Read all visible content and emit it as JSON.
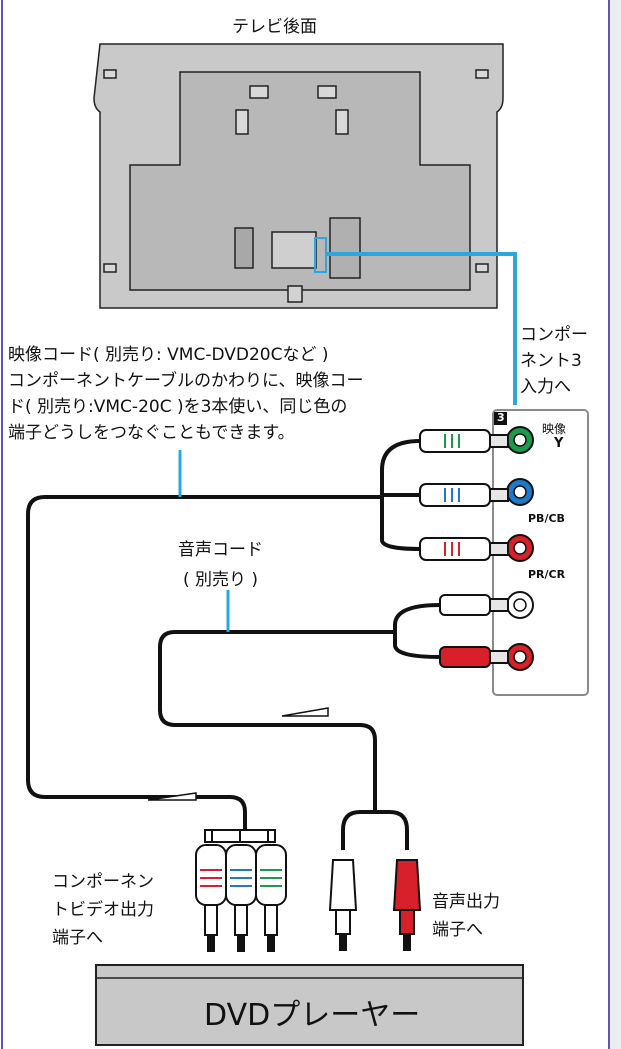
{
  "tv": {
    "title": "テレビ後面"
  },
  "component_in": {
    "lines": [
      "コンポー",
      "ネント3",
      "入力へ"
    ],
    "number": "3",
    "video": "映像",
    "y": "Y",
    "pb": "PB/CB",
    "pr": "PR/CR"
  },
  "note": {
    "lines": [
      "映像コード( 別売り: VMC-DVD20Cなど )",
      "コンポーネントケーブルのかわりに、映像コー",
      "ド( 別売り:VMC-20C )を3本使い、同じ色の",
      "端子どうしをつなぐこともできます。"
    ]
  },
  "audio_cord": {
    "lines": [
      "音声コード",
      "( 別売り )"
    ]
  },
  "component_out": {
    "lines": [
      "コンポーネン",
      "トビデオ出力",
      "端子へ"
    ]
  },
  "audio_out": {
    "lines": [
      "音声出力",
      "端子へ"
    ]
  },
  "dvd": {
    "label": "DVDプレーヤー"
  },
  "colors": {
    "green": "#1a9a4a",
    "blue": "#1f78c8",
    "red": "#d8202a",
    "cable": "#111111",
    "leader": "#29a8e0",
    "border": "#5a5aa8"
  }
}
